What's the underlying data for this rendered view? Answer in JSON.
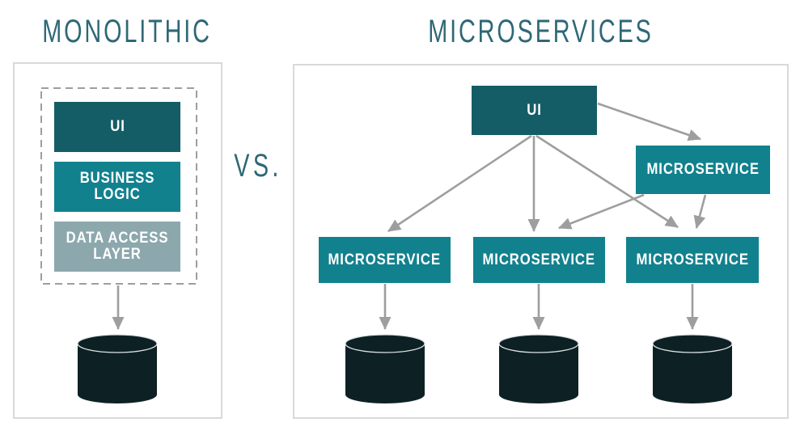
{
  "versus": "VS.",
  "colors": {
    "background": "#ffffff",
    "title_teal": "#2e6876",
    "dark_teal": "#155d66",
    "teal": "#12818e",
    "gray_teal": "#8ca8ad",
    "db_dark": "#0d2125",
    "db_highlight": "#dfe5e5",
    "arrow_gray": "#9e9e9e",
    "panel_border": "#d9d9d9",
    "dashed_border": "#9e9e9e",
    "label_text": "#ffffff"
  },
  "monolithic": {
    "title": "MONOLITHIC",
    "layers": [
      {
        "id": "ui",
        "label": "UI"
      },
      {
        "id": "business-logic",
        "label": "BUSINESS LOGIC"
      },
      {
        "id": "data-access-layer",
        "label": "DATA ACCESS LAYER"
      }
    ],
    "databases": [
      {
        "id": "database"
      }
    ],
    "edges": [
      {
        "from": "monolith",
        "to": "database"
      }
    ]
  },
  "microservices": {
    "title": "MICROSERVICES",
    "nodes": [
      {
        "id": "ui",
        "label": "UI"
      },
      {
        "id": "microservice-top",
        "label": "MICROSERVICE"
      },
      {
        "id": "microservice-left",
        "label": "MICROSERVICE"
      },
      {
        "id": "microservice-middle",
        "label": "MICROSERVICE"
      },
      {
        "id": "microservice-right",
        "label": "MICROSERVICE"
      }
    ],
    "databases": [
      {
        "id": "database-left"
      },
      {
        "id": "database-middle"
      },
      {
        "id": "database-right"
      }
    ],
    "edges": [
      {
        "from": "ui",
        "to": "microservice-top"
      },
      {
        "from": "ui",
        "to": "microservice-left"
      },
      {
        "from": "ui",
        "to": "microservice-middle"
      },
      {
        "from": "ui",
        "to": "microservice-right"
      },
      {
        "from": "microservice-top",
        "to": "microservice-middle"
      },
      {
        "from": "microservice-top",
        "to": "microservice-right"
      },
      {
        "from": "microservice-left",
        "to": "database-left"
      },
      {
        "from": "microservice-middle",
        "to": "database-middle"
      },
      {
        "from": "microservice-right",
        "to": "database-right"
      }
    ]
  }
}
